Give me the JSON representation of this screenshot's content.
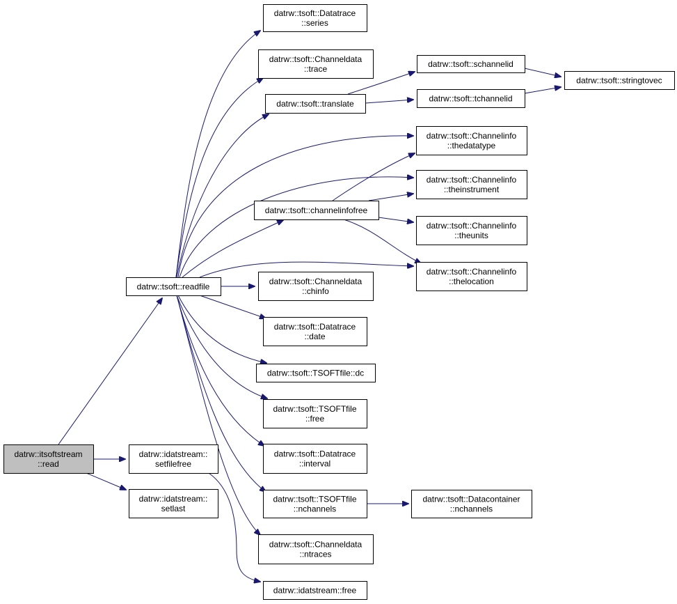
{
  "graph": {
    "colors": {
      "edge": "#191970",
      "node_fill": "#ffffff",
      "node_border": "#000000",
      "root_fill": "#bfbfbf"
    },
    "nodes": {
      "read": {
        "lines": [
          "datrw::itsoftstream",
          "::read"
        ]
      },
      "readfile": {
        "lines": [
          "datrw::tsoft::readfile"
        ]
      },
      "setfilefree": {
        "lines": [
          "datrw::idatstream::",
          "setfilefree"
        ]
      },
      "setlast": {
        "lines": [
          "datrw::idatstream::",
          "setlast"
        ]
      },
      "series": {
        "lines": [
          "datrw::tsoft::Datatrace",
          "::series"
        ]
      },
      "trace": {
        "lines": [
          "datrw::tsoft::Channeldata",
          "::trace"
        ]
      },
      "translate": {
        "lines": [
          "datrw::tsoft::translate"
        ]
      },
      "schannelid": {
        "lines": [
          "datrw::tsoft::schannelid"
        ]
      },
      "tchannelid": {
        "lines": [
          "datrw::tsoft::tchannelid"
        ]
      },
      "stringtovec": {
        "lines": [
          "datrw::tsoft::stringtovec"
        ]
      },
      "channelinfofree": {
        "lines": [
          "datrw::tsoft::channelinfofree"
        ]
      },
      "thedatatype": {
        "lines": [
          "datrw::tsoft::Channelinfo",
          "::thedatatype"
        ]
      },
      "theinstrument": {
        "lines": [
          "datrw::tsoft::Channelinfo",
          "::theinstrument"
        ]
      },
      "theunits": {
        "lines": [
          "datrw::tsoft::Channelinfo",
          "::theunits"
        ]
      },
      "thelocation": {
        "lines": [
          "datrw::tsoft::Channelinfo",
          "::thelocation"
        ]
      },
      "chinfo": {
        "lines": [
          "datrw::tsoft::Channeldata",
          "::chinfo"
        ]
      },
      "date": {
        "lines": [
          "datrw::tsoft::Datatrace",
          "::date"
        ]
      },
      "dc": {
        "lines": [
          "datrw::tsoft::TSOFTfile::dc"
        ]
      },
      "free": {
        "lines": [
          "datrw::tsoft::TSOFTfile",
          "::free"
        ]
      },
      "interval": {
        "lines": [
          "datrw::tsoft::Datatrace",
          "::interval"
        ]
      },
      "nchannels": {
        "lines": [
          "datrw::tsoft::TSOFTfile",
          "::nchannels"
        ]
      },
      "dc_nchannels": {
        "lines": [
          "datrw::tsoft::Datacontainer",
          "::nchannels"
        ]
      },
      "ntraces": {
        "lines": [
          "datrw::tsoft::Channeldata",
          "::ntraces"
        ]
      },
      "idat_free": {
        "lines": [
          "datrw::idatstream::free"
        ]
      }
    },
    "edges": [
      [
        "read",
        "readfile"
      ],
      [
        "read",
        "setfilefree"
      ],
      [
        "read",
        "setlast"
      ],
      [
        "readfile",
        "series"
      ],
      [
        "readfile",
        "trace"
      ],
      [
        "readfile",
        "translate"
      ],
      [
        "readfile",
        "thedatatype"
      ],
      [
        "readfile",
        "theinstrument"
      ],
      [
        "readfile",
        "channelinfofree"
      ],
      [
        "readfile",
        "thelocation"
      ],
      [
        "readfile",
        "chinfo"
      ],
      [
        "readfile",
        "date"
      ],
      [
        "readfile",
        "dc"
      ],
      [
        "readfile",
        "free"
      ],
      [
        "readfile",
        "interval"
      ],
      [
        "readfile",
        "nchannels"
      ],
      [
        "readfile",
        "ntraces"
      ],
      [
        "translate",
        "schannelid"
      ],
      [
        "translate",
        "tchannelid"
      ],
      [
        "schannelid",
        "stringtovec"
      ],
      [
        "tchannelid",
        "stringtovec"
      ],
      [
        "channelinfofree",
        "thedatatype"
      ],
      [
        "channelinfofree",
        "theinstrument"
      ],
      [
        "channelinfofree",
        "theunits"
      ],
      [
        "channelinfofree",
        "thelocation"
      ],
      [
        "nchannels",
        "dc_nchannels"
      ],
      [
        "setfilefree",
        "idat_free"
      ]
    ]
  }
}
